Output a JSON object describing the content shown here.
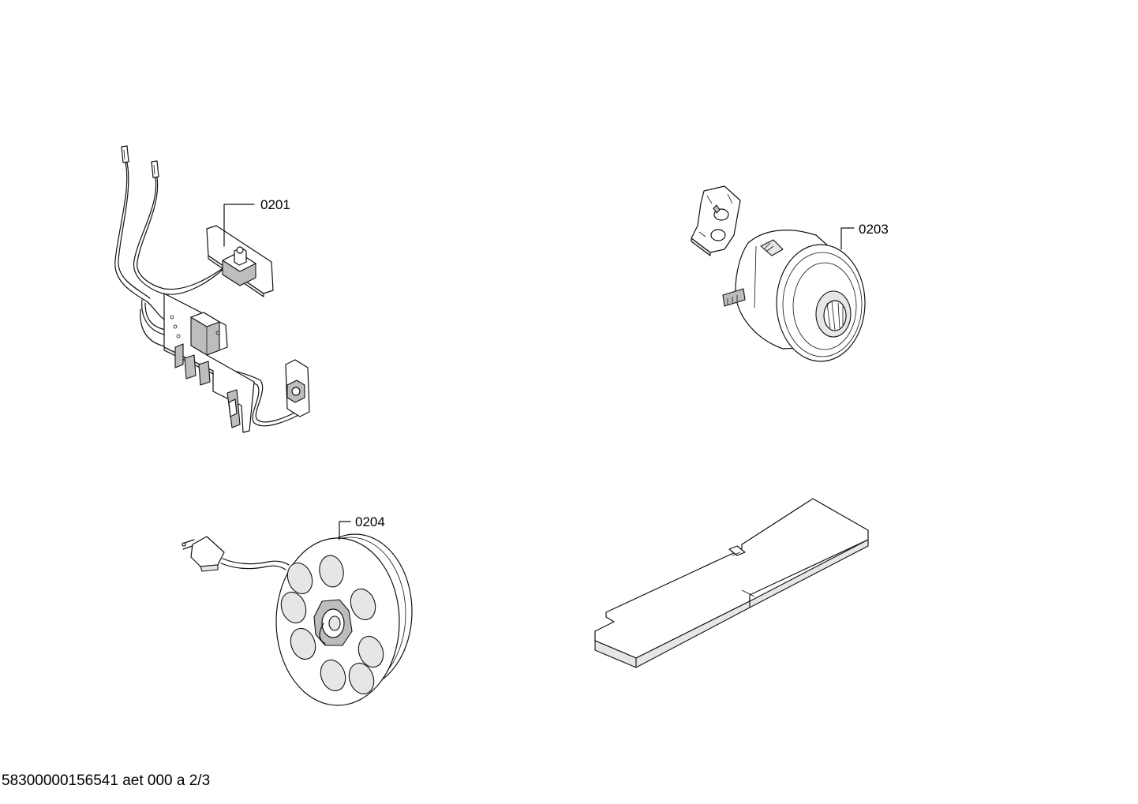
{
  "callouts": {
    "part_1": "0201",
    "part_2": "0203",
    "part_3": "0204"
  },
  "footer": {
    "document_id": "58300000156541 aet 000 a 2/3"
  }
}
